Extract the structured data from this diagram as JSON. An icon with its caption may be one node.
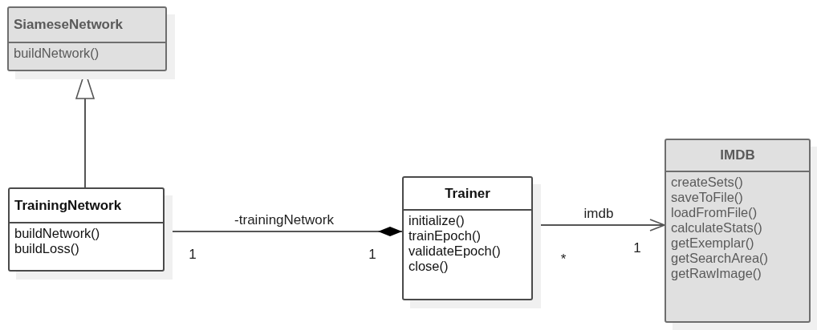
{
  "diagram": {
    "nodes": [
      {
        "text": [
          "SiameseNetwork",
          "buildNetwork()"
        ]
      },
      {
        "text": [
          "TrainingNetwork",
          "buildNetwork()",
          "buildLoss()"
        ]
      },
      {
        "text": [
          "Trainer",
          "initialize()",
          "trainEpoch()",
          "validateEpoch()",
          "close()"
        ]
      },
      {
        "text": [
          "IMDB",
          "createSets()",
          "saveToFile()",
          "loadFromFile()",
          "calculateStats()",
          "getExemplar()",
          "getSearchArea()",
          "getRawImage()"
        ]
      }
    ],
    "edges": [
      {
        "from": 1,
        "to": 0,
        "arrow": "to"
      },
      {
        "from": 1,
        "to": 2,
        "arrow": "other",
        "label": "-trainingNetwork"
      },
      {
        "from": 2,
        "to": 3,
        "arrow": "to",
        "label": "imdb"
      }
    ],
    "labels": [
      "1",
      "1",
      "*",
      "1"
    ]
  }
}
